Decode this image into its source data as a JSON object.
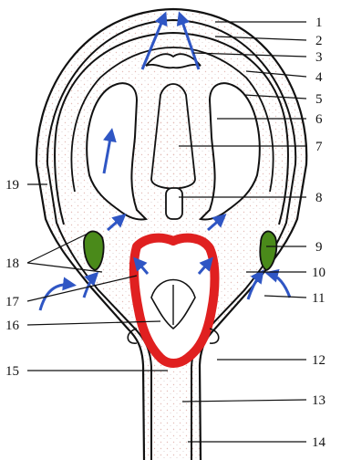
{
  "diagram": {
    "labels_right": [
      "1",
      "2",
      "3",
      "4",
      "5",
      "6",
      "7",
      "8",
      "9",
      "10",
      "11",
      "12",
      "13",
      "14"
    ],
    "labels_left": [
      "19",
      "18",
      "17",
      "16",
      "15"
    ]
  },
  "colors": {
    "outline": "#111111",
    "arrow": "#2f56c4",
    "ring": "#e02020",
    "ring_fill": "#ffffff",
    "gland": "#4a8a1a",
    "stipple": "#e9c9c4"
  }
}
